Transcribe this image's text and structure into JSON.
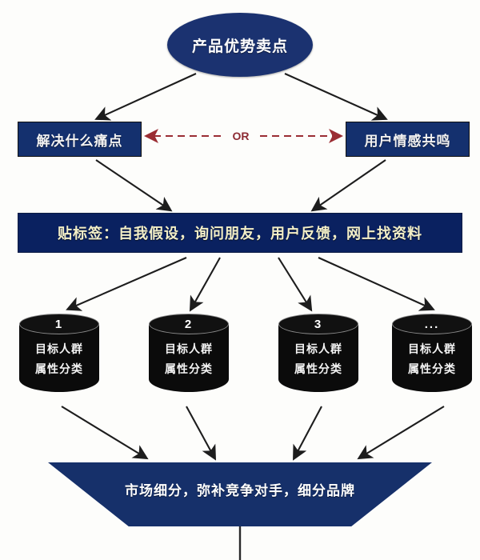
{
  "diagram": {
    "title_node": {
      "label": "产品优势卖点",
      "shape": "ellipse",
      "fill": "#1b3270",
      "text_color": "#ffffff"
    },
    "options": [
      {
        "label": "解决什么痛点",
        "shape": "rect",
        "fill": "#14306e"
      },
      {
        "label": "用户情感共鸣",
        "shape": "rect",
        "fill": "#14306e"
      }
    ],
    "or_connector": {
      "label": "OR",
      "color": "#8d2b33",
      "style": "dashed-double-arrow"
    },
    "tag_bar": {
      "label": "贴标签：自我假设，询问朋友，用户反馈，网上找资料",
      "fill": "#0a2160",
      "text_color": "#f3efc8"
    },
    "cylinders": [
      {
        "number": "1",
        "line1": "目标人群",
        "line2": "属性分类"
      },
      {
        "number": "2",
        "line1": "目标人群",
        "line2": "属性分类"
      },
      {
        "number": "3",
        "line1": "目标人群",
        "line2": "属性分类"
      },
      {
        "number": "...",
        "line1": "目标人群",
        "line2": "属性分类"
      }
    ],
    "funnel": {
      "label": "市场细分，弥补竞争对手，细分品牌",
      "fill": "#16306a",
      "text_color": "#ffffff"
    },
    "arrow_color": "#1d1d1d"
  }
}
